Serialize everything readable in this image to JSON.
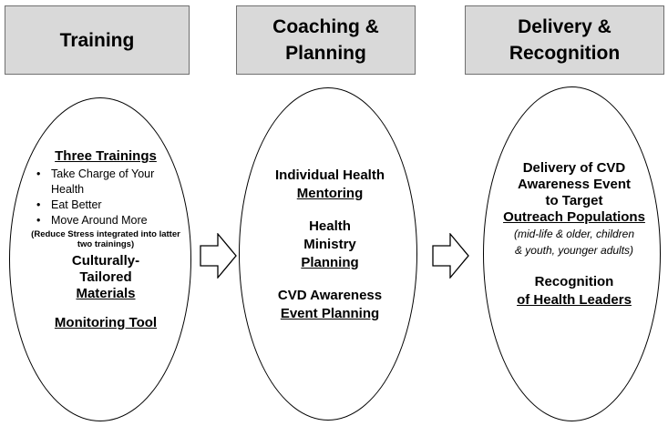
{
  "headers": [
    "Training",
    "Coaching & Planning",
    "Delivery & Recognition"
  ],
  "training": {
    "title": "Three Trainings",
    "bullets": [
      "Take Charge of Your Health",
      "Eat Better",
      "Move Around More"
    ],
    "note": "(Reduce Stress integrated into latter two trainings)",
    "materials_prefix": "Culturally- Tailored",
    "materials_link": "Materials",
    "monitoring": "Monitoring Tool"
  },
  "coaching": {
    "mentoring_prefix": "Individual Health",
    "mentoring_link": "Mentoring",
    "ministry_prefix": "Health Ministry",
    "ministry_link": "Planning",
    "event_prefix": "CVD Awareness",
    "event_link": "Event Planning"
  },
  "delivery": {
    "event_prefix": "Delivery of CVD Awareness Event to Target",
    "event_link": "Outreach Populations",
    "populations": "(mid-life & older, children & youth, younger adults)",
    "recognition_prefix": "Recognition",
    "recognition_link": "of Health Leaders"
  }
}
